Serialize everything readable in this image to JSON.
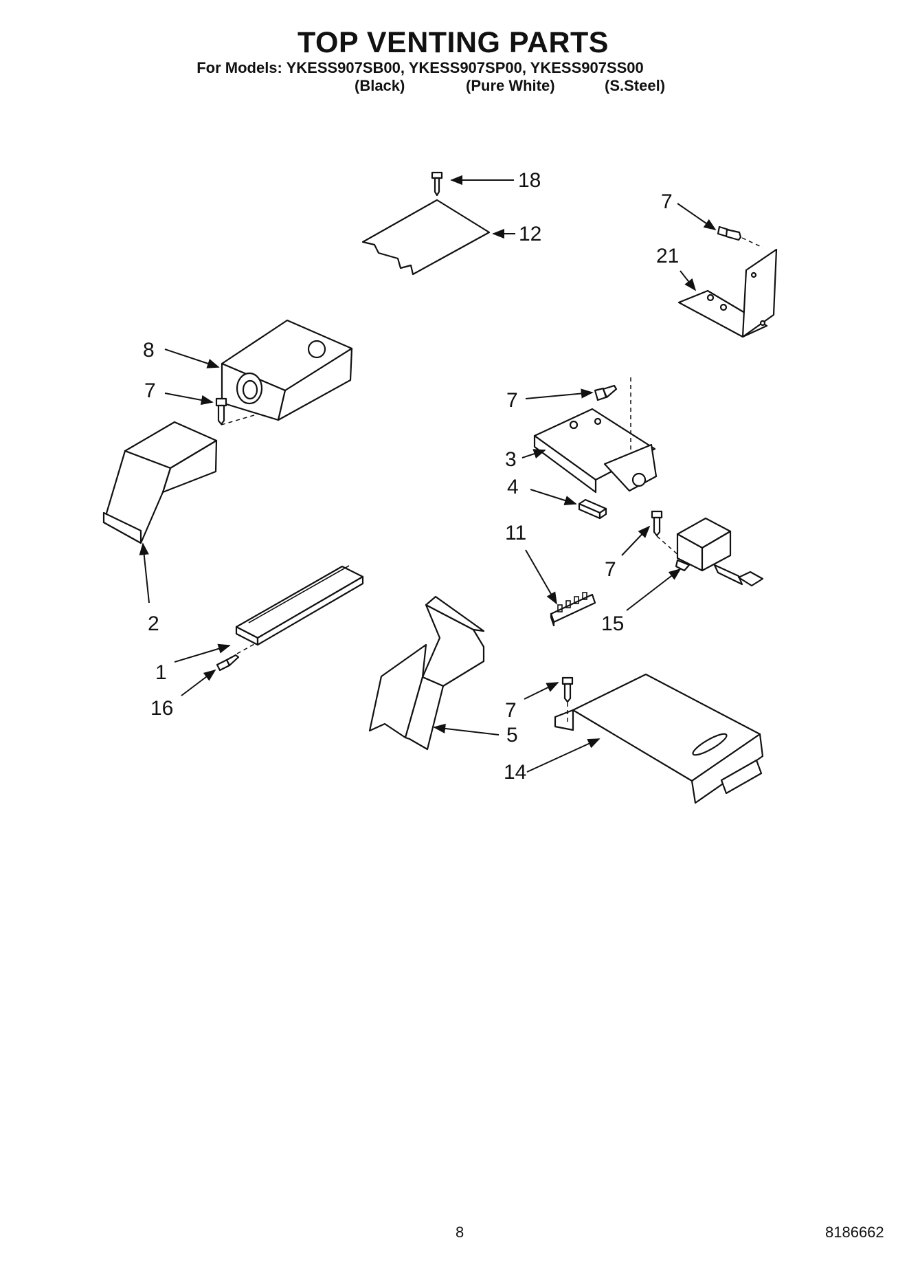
{
  "header": {
    "title": "TOP VENTING PARTS",
    "models_line": "For Models: YKESS907SB00, YKESS907SP00, YKESS907SS00",
    "variants": [
      "(Black)",
      "(Pure White)",
      "(S.Steel)"
    ]
  },
  "callouts": {
    "c18": "18",
    "c12": "12",
    "c7a": "7",
    "c21": "21",
    "c8": "8",
    "c7b": "7",
    "c7c": "7",
    "c3": "3",
    "c4": "4",
    "c11": "11",
    "c7d": "7",
    "c15": "15",
    "c2": "2",
    "c1": "1",
    "c16": "16",
    "c7e": "7",
    "c5": "5",
    "c14": "14"
  },
  "footer": {
    "page_number": "8",
    "doc_number": "8186662"
  }
}
